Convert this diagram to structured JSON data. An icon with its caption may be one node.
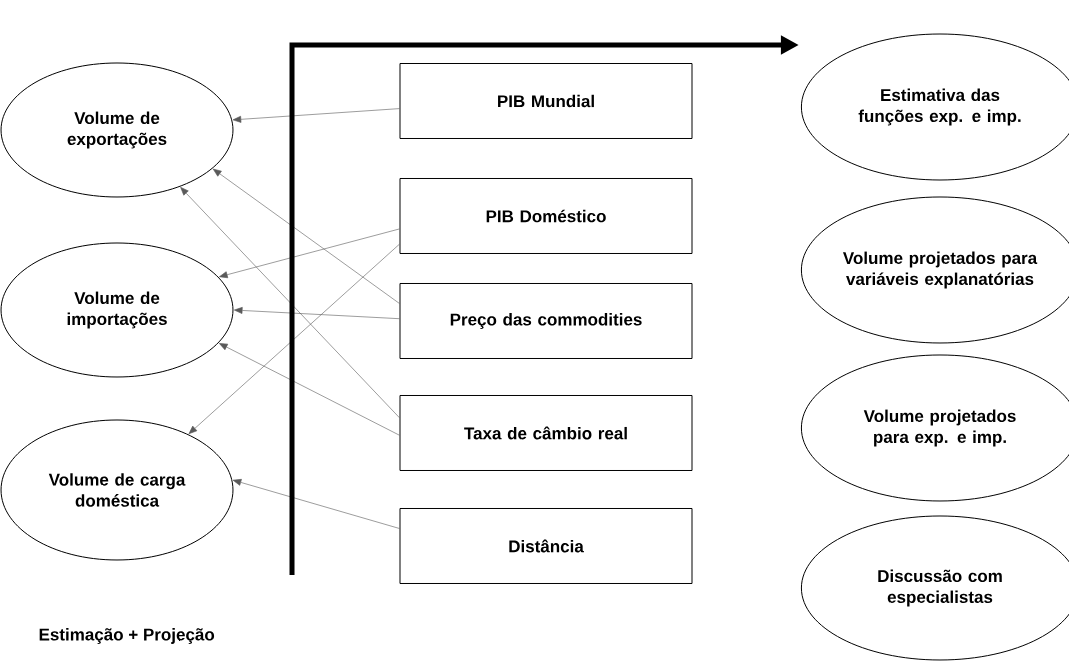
{
  "diagram": {
    "nodes": [
      {
        "text": [
          "Volume de exportações"
        ]
      },
      {
        "text": [
          "Volume de importações"
        ]
      },
      {
        "text": [
          "Volume de carga doméstica"
        ]
      },
      {
        "text": [
          "PIB Mundial"
        ]
      },
      {
        "text": [
          "PIB Doméstico"
        ]
      },
      {
        "text": [
          "Preço das commodities"
        ]
      },
      {
        "text": [
          "Taxa de câmbio real"
        ]
      },
      {
        "text": [
          "Distância"
        ]
      },
      {
        "text": [
          "Estimativa das funções exp. e imp."
        ]
      },
      {
        "text": [
          "Volume projetados para variáveis explanatórias"
        ]
      },
      {
        "text": [
          "Volume projetados para exp. e imp."
        ]
      },
      {
        "text": [
          "Discussão com especialistas"
        ]
      }
    ],
    "edges": [
      {
        "from": 3,
        "to": 0,
        "arrow": "to"
      },
      {
        "from": 4,
        "to": 1,
        "arrow": "to"
      },
      {
        "from": 4,
        "to": 2,
        "arrow": "to"
      },
      {
        "from": 5,
        "to": 0,
        "arrow": "to"
      },
      {
        "from": 5,
        "to": 1,
        "arrow": "to"
      },
      {
        "from": 6,
        "to": 0,
        "arrow": "to"
      },
      {
        "from": 6,
        "to": 1,
        "arrow": "to"
      },
      {
        "from": 7,
        "to": 2,
        "arrow": "to"
      },
      {
        "from": null,
        "to": 8,
        "arrow": "to",
        "style": "thick",
        "color": "#000000"
      }
    ],
    "labels": [
      "Estimação + Projeção"
    ]
  }
}
